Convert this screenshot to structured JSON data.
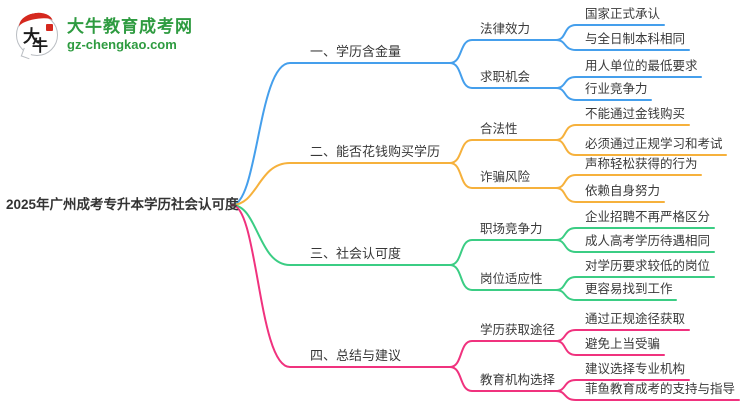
{
  "logo": {
    "icon_text_1": "大",
    "icon_text_2": "牛",
    "site_name": "大牛教育成考网",
    "site_url": "gz-chengkao.com",
    "brand_green": "#2e9b40",
    "brand_red": "#d5281e"
  },
  "root": {
    "label": "2025年广州成考专升本学历社会认可度"
  },
  "branches": [
    {
      "label": "一、学历含金量",
      "color": "#459fec",
      "children": [
        {
          "label": "法律效力",
          "leaves": [
            "国家正式承认",
            "与全日制本科相同"
          ]
        },
        {
          "label": "求职机会",
          "leaves": [
            "用人单位的最低要求",
            "行业竞争力"
          ]
        }
      ]
    },
    {
      "label": "二、能否花钱购买学历",
      "color": "#f6b13c",
      "children": [
        {
          "label": "合法性",
          "leaves": [
            "不能通过金钱购买",
            "必须通过正规学习和考试"
          ]
        },
        {
          "label": "诈骗风险",
          "leaves": [
            "声称轻松获得的行为",
            "依赖自身努力"
          ]
        }
      ]
    },
    {
      "label": "三、社会认可度",
      "color": "#3bcd84",
      "children": [
        {
          "label": "职场竞争力",
          "leaves": [
            "企业招聘不再严格区分",
            "成人高考学历待遇相同"
          ]
        },
        {
          "label": "岗位适应性",
          "leaves": [
            "对学历要求较低的岗位",
            "更容易找到工作"
          ]
        }
      ]
    },
    {
      "label": "四、总结与建议",
      "color": "#f0327e",
      "children": [
        {
          "label": "学历获取途径",
          "leaves": [
            "通过正规途径获取",
            "避免上当受骗"
          ]
        },
        {
          "label": "教育机构选择",
          "leaves": [
            "建议选择专业机构",
            "菲鱼教育成考的支持与指导"
          ]
        }
      ]
    }
  ]
}
